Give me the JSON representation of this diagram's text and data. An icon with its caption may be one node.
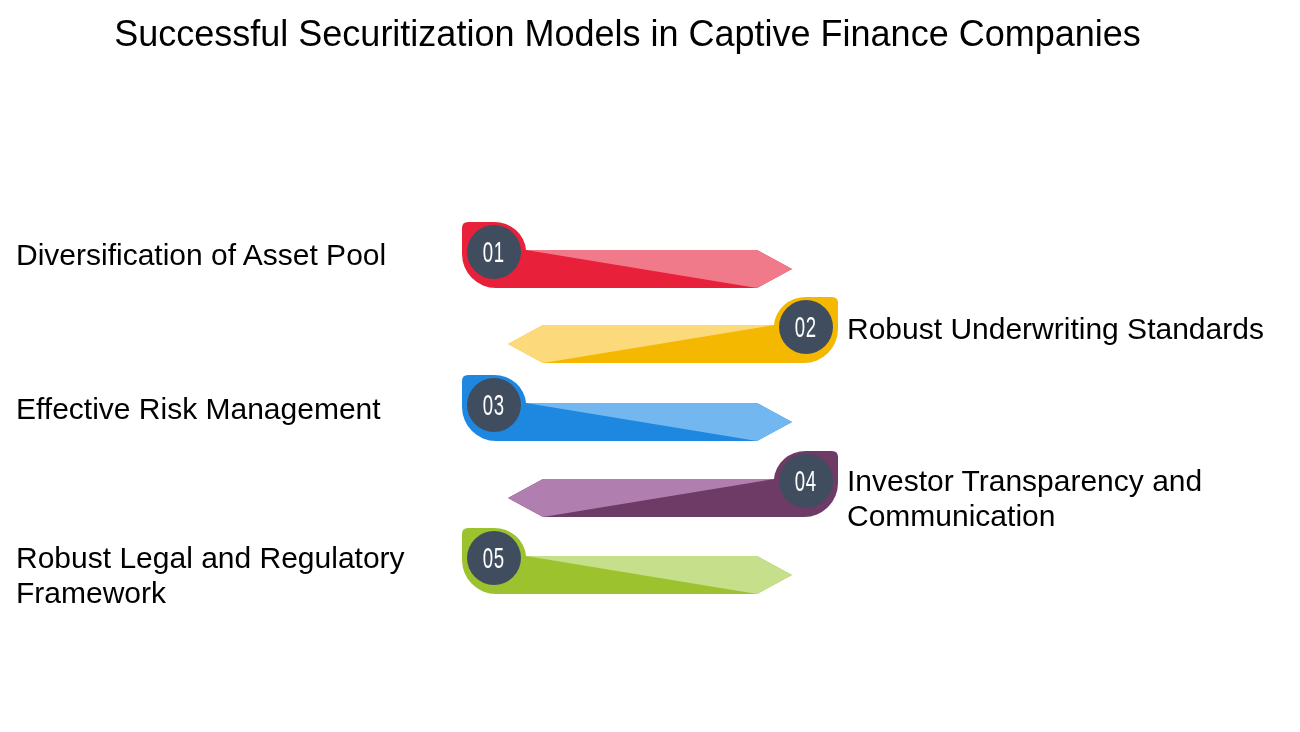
{
  "diagram": {
    "title": "Successful Securitization Models in Captive Finance Companies",
    "nodes": [
      {
        "text": [
          "01"
        ],
        "beside": [
          "Diversification of Asset Pool"
        ]
      },
      {
        "text": [
          "02"
        ],
        "beside": [
          "Robust Underwriting Standards"
        ]
      },
      {
        "text": [
          "03"
        ],
        "beside": [
          "Effective Risk Management"
        ]
      },
      {
        "text": [
          "04"
        ],
        "beside": [
          "Investor Transparency and Communication"
        ]
      },
      {
        "text": [
          "05"
        ],
        "beside": [
          "Robust Legal and Regulatory Framework"
        ]
      }
    ]
  }
}
